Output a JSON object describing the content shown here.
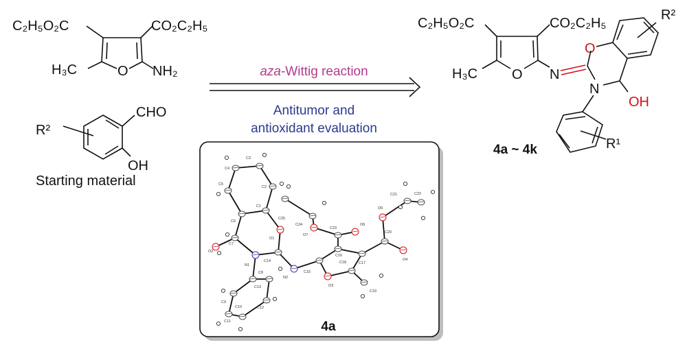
{
  "reactant_furan": {
    "ester_left": "C₂H₅O₂C",
    "ester_right": "CO₂C₂H₅",
    "methyl": "H₃C",
    "ring_oxygen": "O",
    "amine": "NH₂"
  },
  "reactant_aldehyde": {
    "aldehyde": "CHO",
    "hydroxyl": "OH",
    "substituent": "R²"
  },
  "starting_material_label": "Starting material",
  "arrow": {
    "reaction_prefix": "aza",
    "reaction_suffix": "-Wittig reaction",
    "evaluation_line1": "Antitumor and",
    "evaluation_line2": "antioxidant evaluation",
    "reaction_color": "#b03a8c",
    "evaluation_color": "#2a3a8c"
  },
  "crystal_structure": {
    "compound_label": "4a",
    "atom_labels": [
      "C1",
      "C2",
      "C3",
      "C4",
      "C5",
      "C6",
      "C7",
      "C8",
      "C9",
      "C10",
      "C11",
      "C12",
      "C13",
      "C14",
      "C15",
      "C16",
      "C17",
      "C18",
      "C19",
      "C20",
      "C21",
      "C22",
      "C23",
      "C24",
      "C25",
      "N1",
      "N2",
      "O1",
      "O2",
      "O3",
      "O4",
      "O5",
      "O6",
      "O7"
    ]
  },
  "product": {
    "ester_left": "C₂H₅O₂C",
    "ester_right": "CO₂C₂H₅",
    "methyl": "H₃C",
    "furan_oxygen": "O",
    "imine_nitrogen": "N",
    "oxazine_oxygen": "O",
    "oxazine_nitrogen": "N",
    "hydroxyl": "OH",
    "substituent_r2": "R²",
    "substituent_r1": "R¹",
    "compound_range": "4a ~ 4k"
  }
}
